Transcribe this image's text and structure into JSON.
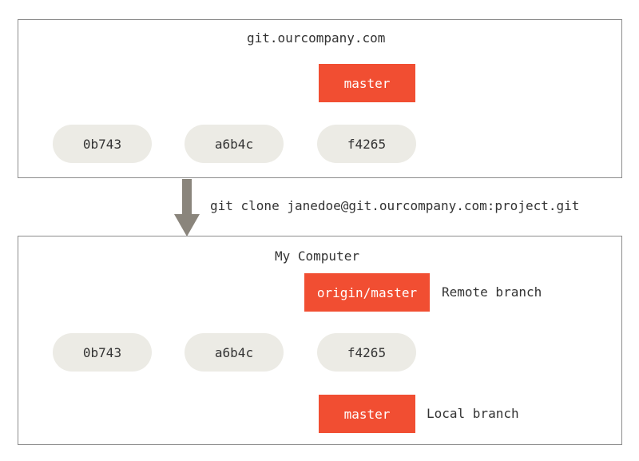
{
  "server": {
    "title": "git.ourcompany.com",
    "commits": [
      "0b743",
      "a6b4c",
      "f4265"
    ],
    "branch": "master"
  },
  "clone_command": "git clone janedoe@git.ourcompany.com:project.git",
  "local": {
    "title": "My Computer",
    "commits": [
      "0b743",
      "a6b4c",
      "f4265"
    ],
    "remote_branch": "origin/master",
    "remote_branch_label": "Remote branch",
    "local_branch": "master",
    "local_branch_label": "Local branch"
  },
  "colors": {
    "branch": "#f14e32",
    "commit": "#ecebe5",
    "arrow": "#8a857c",
    "border": "#8c8c8c"
  }
}
